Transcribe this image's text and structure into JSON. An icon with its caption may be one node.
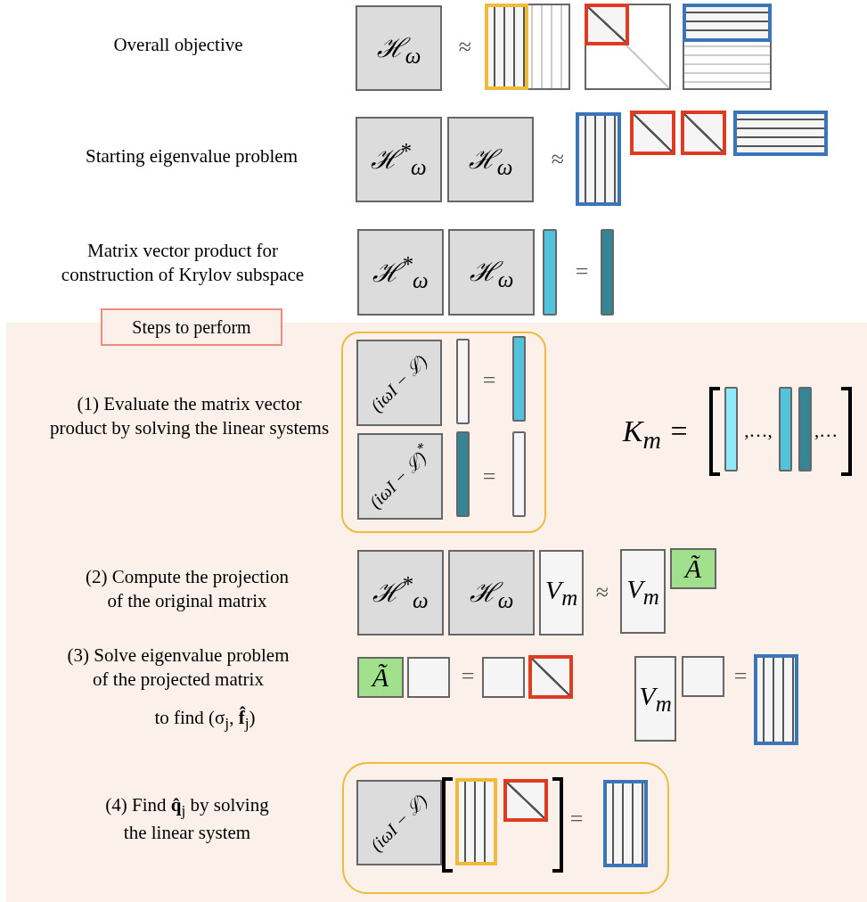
{
  "diagram": {
    "nodes": [
      {
        "text": [
          "ℋ$_{ω}$"
        ]
      },
      {
        "text": [],
        "shape": "box"
      },
      {
        "text": [],
        "shape": "box",
        "in": 1
      },
      {
        "text": [],
        "shape": "box"
      },
      {
        "text": [],
        "shape": "box",
        "in": 3
      },
      {
        "text": [],
        "shape": "box"
      },
      {
        "text": [],
        "shape": "box",
        "in": 5
      },
      {
        "text": [
          "ℋ$^{*}$$_{ω}$"
        ]
      },
      {
        "text": [
          "ℋ$_{ω}$"
        ]
      },
      {
        "text": [],
        "shape": "box"
      },
      {
        "text": [],
        "shape": "box"
      },
      {
        "text": [],
        "shape": "box"
      },
      {
        "text": [],
        "shape": "box"
      },
      {
        "text": [
          "ℋ$^{*}$$_{ω}$"
        ]
      },
      {
        "text": [
          "ℋ$_{ω}$"
        ]
      },
      {
        "text": [],
        "shape": "bar"
      },
      {
        "text": [],
        "shape": "bar"
      },
      {
        "text": [],
        "shape": "box"
      },
      {
        "text": [
          "Steps to perform"
        ],
        "in": 17
      },
      {
        "text": [],
        "shape": "box",
        "in": 17
      },
      {
        "text": [
          "(iωI − ℒ)"
        ],
        "in": 19
      },
      {
        "text": [],
        "shape": "bar",
        "in": 19
      },
      {
        "text": [],
        "shape": "bar",
        "in": 19
      },
      {
        "text": [
          "(iωI − ℒ)$^{*}$"
        ],
        "in": 19
      },
      {
        "text": [],
        "shape": "bar",
        "in": 19
      },
      {
        "text": [],
        "shape": "bar",
        "in": 19
      },
      {
        "text": [],
        "shape": "bar",
        "in": 17
      },
      {
        "text": [],
        "shape": "bar",
        "in": 17
      },
      {
        "text": [],
        "shape": "bar",
        "in": 17
      },
      {
        "text": [
          "ℋ$^{*}$$_{ω}$"
        ],
        "in": 17
      },
      {
        "text": [
          "ℋ$_{ω}$"
        ],
        "in": 17
      },
      {
        "text": [
          "V$_{m}$"
        ],
        "in": 17
      },
      {
        "text": [
          "V$_{m}$"
        ],
        "in": 17
      },
      {
        "text": [
          "Ã"
        ],
        "in": 17
      },
      {
        "text": [
          "Ã"
        ],
        "in": 17
      },
      {
        "text": [],
        "shape": "box",
        "in": 17
      },
      {
        "text": [],
        "shape": "box",
        "in": 17
      },
      {
        "text": [],
        "shape": "box",
        "in": 17
      },
      {
        "text": [
          "V$_{m}$"
        ],
        "in": 17
      },
      {
        "text": [],
        "shape": "box",
        "in": 17
      },
      {
        "text": [],
        "shape": "box",
        "in": 17
      },
      {
        "text": [],
        "shape": "box",
        "in": 17
      },
      {
        "text": [
          "(iωI − ℒ)"
        ],
        "in": 41
      },
      {
        "text": [],
        "shape": "box",
        "in": 41
      },
      {
        "text": [],
        "shape": "box",
        "in": 41
      },
      {
        "text": [],
        "shape": "box",
        "in": 41
      }
    ],
    "labels": [
      "Overall objective",
      "≈",
      "Starting eigenvalue problem",
      "≈",
      "Matrix vector product for construction of Krylov subspace",
      "=",
      "(1) Evaluate the matrix vector product by solving the linear systems",
      "=",
      "=",
      "K$_{m}$ =",
      ",…,",
      ",…",
      "(2) Compute the projection of the original matrix",
      "≈",
      "(3) Solve eigenvalue problem of the projected matrix",
      "=",
      "=",
      "to find (σ$_{j}$, **f̂**$_{j}$)",
      "(4) Find **q̂**$_{j}$ by solving the linear system",
      "="
    ]
  }
}
